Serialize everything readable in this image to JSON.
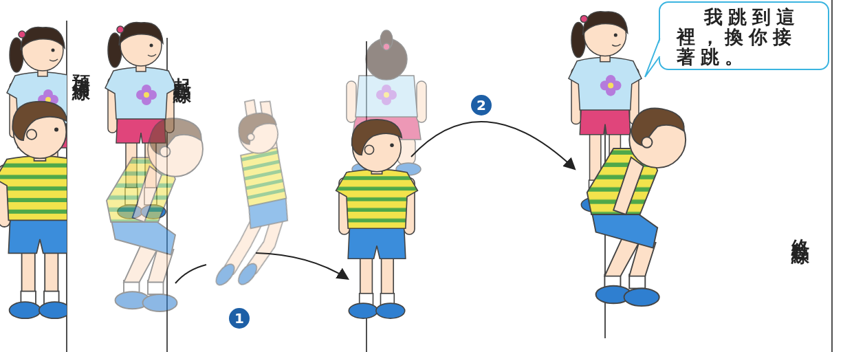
{
  "diagram": {
    "nodes": [
      {
        "text": [
          "我跳到這裡，換你接著跳。"
        ]
      }
    ],
    "labels": [
      "預備線",
      "起點線",
      "1",
      "2",
      "終點線"
    ]
  }
}
